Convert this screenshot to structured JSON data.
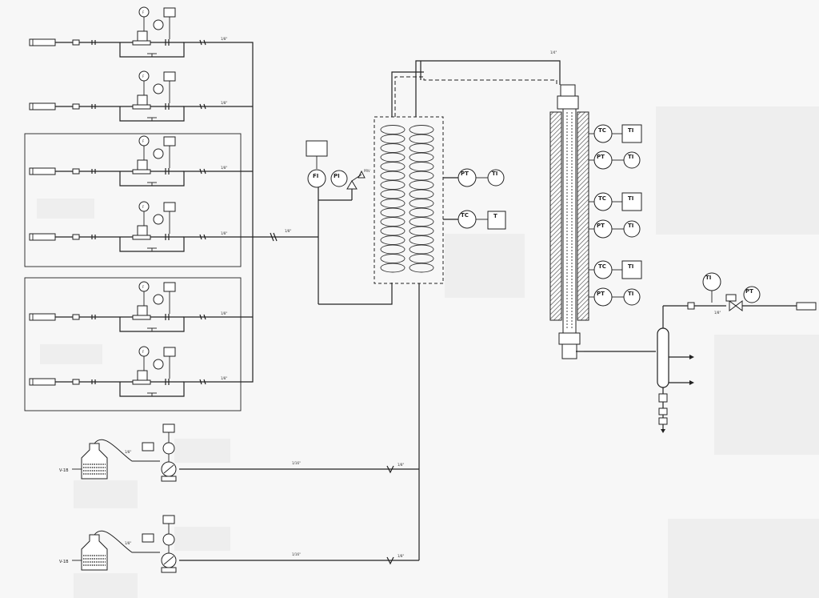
{
  "pipe_size_labels": {
    "quarter_inch": "1/4\"",
    "eighth_inch": "1/8\"",
    "sixteenth_inch": "1/16\""
  },
  "pump_feed_labels": [
    "V-1B",
    "V-1B"
  ],
  "instrument_tags": {
    "mfc_controller": "F",
    "flow_indicator": "FI",
    "pressure_indicator": "PI",
    "tray": "TI",
    "temperature_controller": "TC",
    "temperature_indicator": "TI",
    "pressure_transmitter": "PT",
    "mixer_temp_indicator": "TI",
    "thermocouple_temp": "T",
    "pressure_temp": "PT"
  },
  "colors": {
    "line": "#222222",
    "background": "#f7f7f7",
    "hatch": "#555555"
  }
}
